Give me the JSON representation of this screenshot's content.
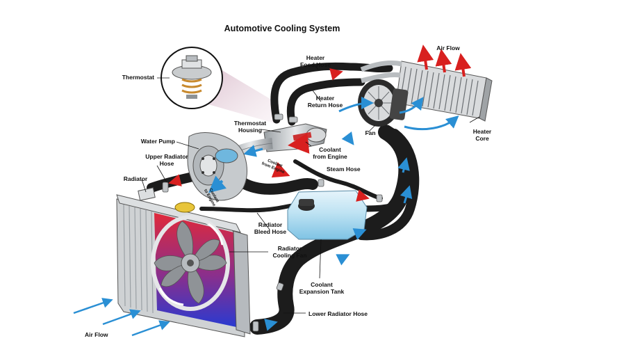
{
  "title": "Automotive Cooling System",
  "labels": {
    "thermostat": "Thermostat",
    "water_pump": "Water Pump",
    "upper_radiator_hose": "Upper Radiator\nHose",
    "radiator": "Radiator",
    "thermostat_housing": "Thermostat\nHousing",
    "heater_food_hose": "Heater\nFood Hose",
    "heater_return_hose": "Heater\nReturn Hose",
    "fan": "Fan",
    "heater_core": "Heater\nCore",
    "air_flow_top": "Air Flow",
    "coolant_from_engine": "Coolant\nfrom Engine",
    "steam_hose": "Steam Hose",
    "radiator_bleed_hose": "Radiator\nBleed Hose",
    "radiator_cooling_fan": "Radiator\nCooling Fan",
    "coolant_expansion_tank": "Coolant\nExpansion Tank",
    "lower_radiator_hose": "Lower Radiator Hose",
    "air_flow_bottom": "Air Flow",
    "coolant_from_engine_small": "Coolant\nfrom Engine",
    "coolant_to_engine_small": "Coolant\nto Engine"
  },
  "colors": {
    "hose": "#1c1c1c",
    "coolant_blue": "#2a8fd4",
    "hot_red": "#d8201f",
    "tank": "#a9d8ee",
    "metal": "#c9ccce",
    "radiator_blue": "#3a3fb8",
    "radiator_red": "#e0293a"
  }
}
